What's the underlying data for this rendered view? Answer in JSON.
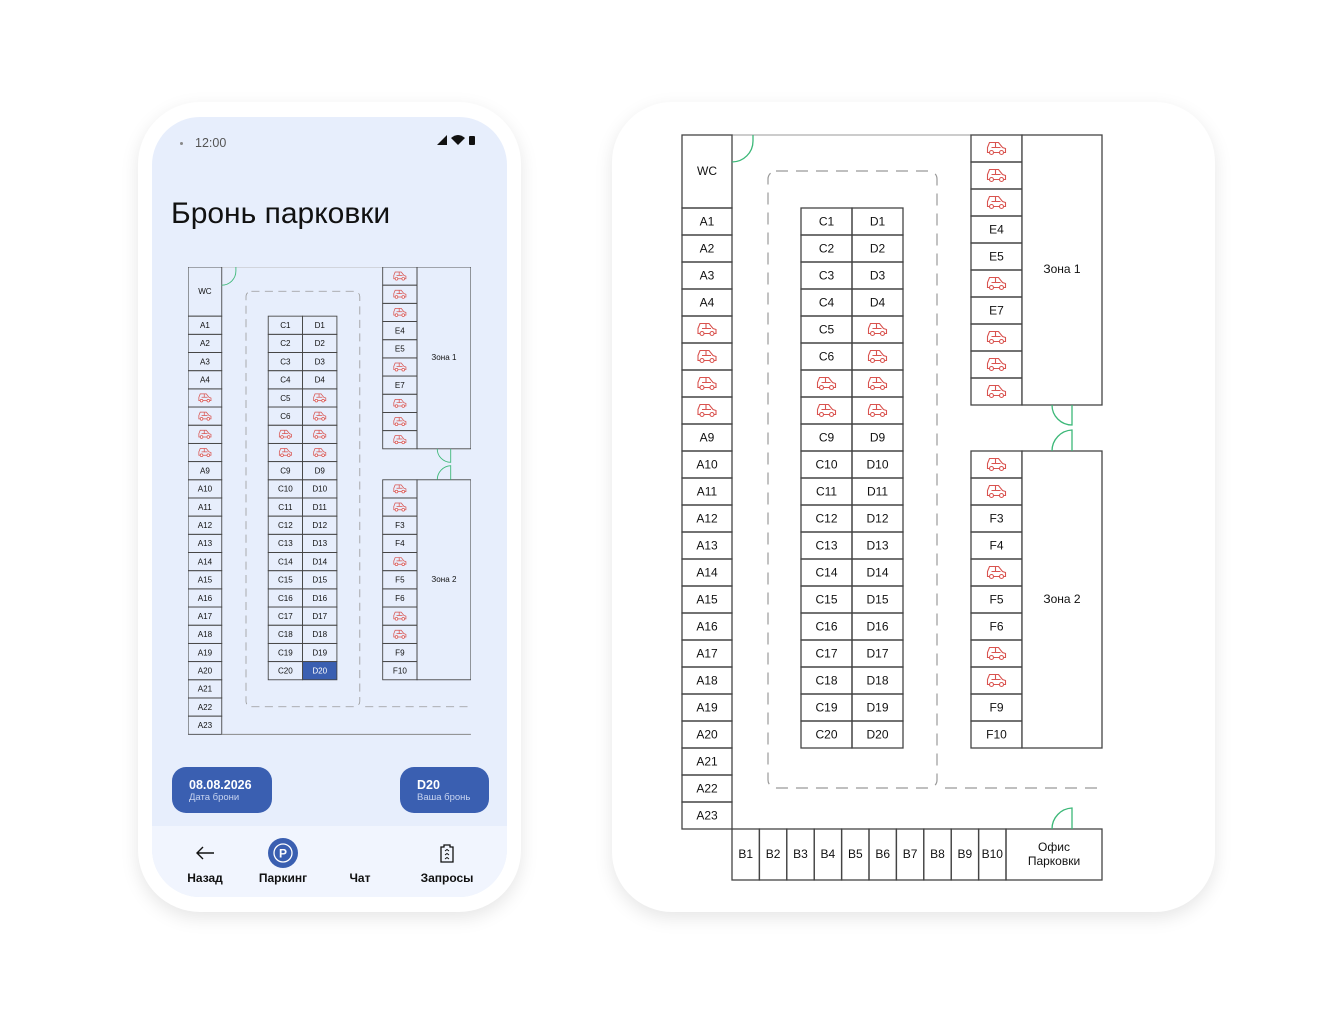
{
  "phone": {
    "status": {
      "time": "12:00"
    },
    "title": "Бронь парковки",
    "booking_date": {
      "value": "08.08.2026",
      "label": "Дата брони"
    },
    "booking_spot": {
      "value": "D20",
      "label": "Ваша бронь"
    },
    "nav": [
      {
        "label": "Назад",
        "icon": "arrow-left-icon"
      },
      {
        "label": "Паркинг",
        "icon": "parking-icon",
        "active": true
      },
      {
        "label": "Чат",
        "icon": "chat-icon"
      },
      {
        "label": "Запросы",
        "icon": "clipboard-icon"
      }
    ]
  },
  "map": {
    "wc": "WC",
    "zone1": "Зона 1",
    "zone2": "Зона 2",
    "office": [
      "Офис",
      "Парковки"
    ],
    "selected": "D20",
    "columns": {
      "A": [
        "A1",
        "A2",
        "A3",
        "A4",
        null,
        null,
        null,
        null,
        "A9",
        "A10",
        "A11",
        "A12",
        "A13",
        "A14",
        "A15",
        "A16",
        "A17",
        "A18",
        "A19",
        "A20",
        "A21",
        "A22",
        "A23"
      ],
      "C": [
        "C1",
        "C2",
        "C3",
        "C4",
        "C5",
        "C6",
        null,
        null,
        "C9",
        "C10",
        "C11",
        "C12",
        "C13",
        "C14",
        "C15",
        "C16",
        "C17",
        "C18",
        "C19",
        "C20"
      ],
      "D": [
        "D1",
        "D2",
        "D3",
        "D4",
        null,
        null,
        null,
        null,
        "D9",
        "D10",
        "D11",
        "D12",
        "D13",
        "D14",
        "D15",
        "D16",
        "D17",
        "D18",
        "D19",
        "D20"
      ],
      "E": [
        null,
        null,
        null,
        "E4",
        "E5",
        null,
        "E7",
        null,
        null,
        null
      ],
      "F": [
        null,
        null,
        "F3",
        "F4",
        null,
        "F5",
        "F6",
        null,
        null,
        "F9",
        "F10"
      ],
      "B": [
        "B1",
        "B2",
        "B3",
        "B4",
        "B5",
        "B6",
        "B7",
        "B8",
        "B9",
        "B10"
      ]
    }
  },
  "colors": {
    "accent": "#3a5fb1",
    "occupied": "#d9534f",
    "door": "#3cb878",
    "screen_bg": "#e7eefc"
  }
}
